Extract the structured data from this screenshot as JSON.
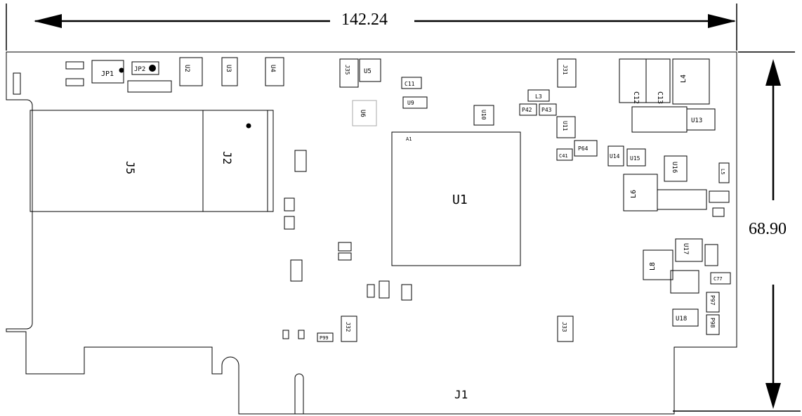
{
  "dimensions": {
    "width": "142.24",
    "height": "68.90"
  },
  "main_labels": {
    "u1": "U1",
    "j1": "J1",
    "j5": "J5",
    "j2": "J2",
    "jp1": "JP1",
    "jp2": "JP2",
    "l4": "L4",
    "l6": "L6",
    "l8": "L8",
    "c12": "C12",
    "c13": "C13",
    "u5": "U5",
    "u6": "U6",
    "u13": "U13",
    "u16": "U16",
    "u17": "U17",
    "u18": "U18",
    "u11": "U11",
    "u14": "U14",
    "u15": "U15",
    "u9": "U9",
    "u10": "U10",
    "p64": "P64",
    "p42": "P42",
    "p43": "P43",
    "p99": "P99",
    "p97": "P97",
    "p98": "P98",
    "j35": "J35",
    "j31": "J31",
    "j32": "J32",
    "j33": "J33",
    "u3": "U3",
    "u4": "U4",
    "u2": "U2",
    "a1": "A1",
    "c11": "C11",
    "l5": "L5",
    "c41": "C41",
    "c77": "C77",
    "l3": "L3"
  },
  "colors": {
    "line": "#000000",
    "background": "#ffffff"
  }
}
